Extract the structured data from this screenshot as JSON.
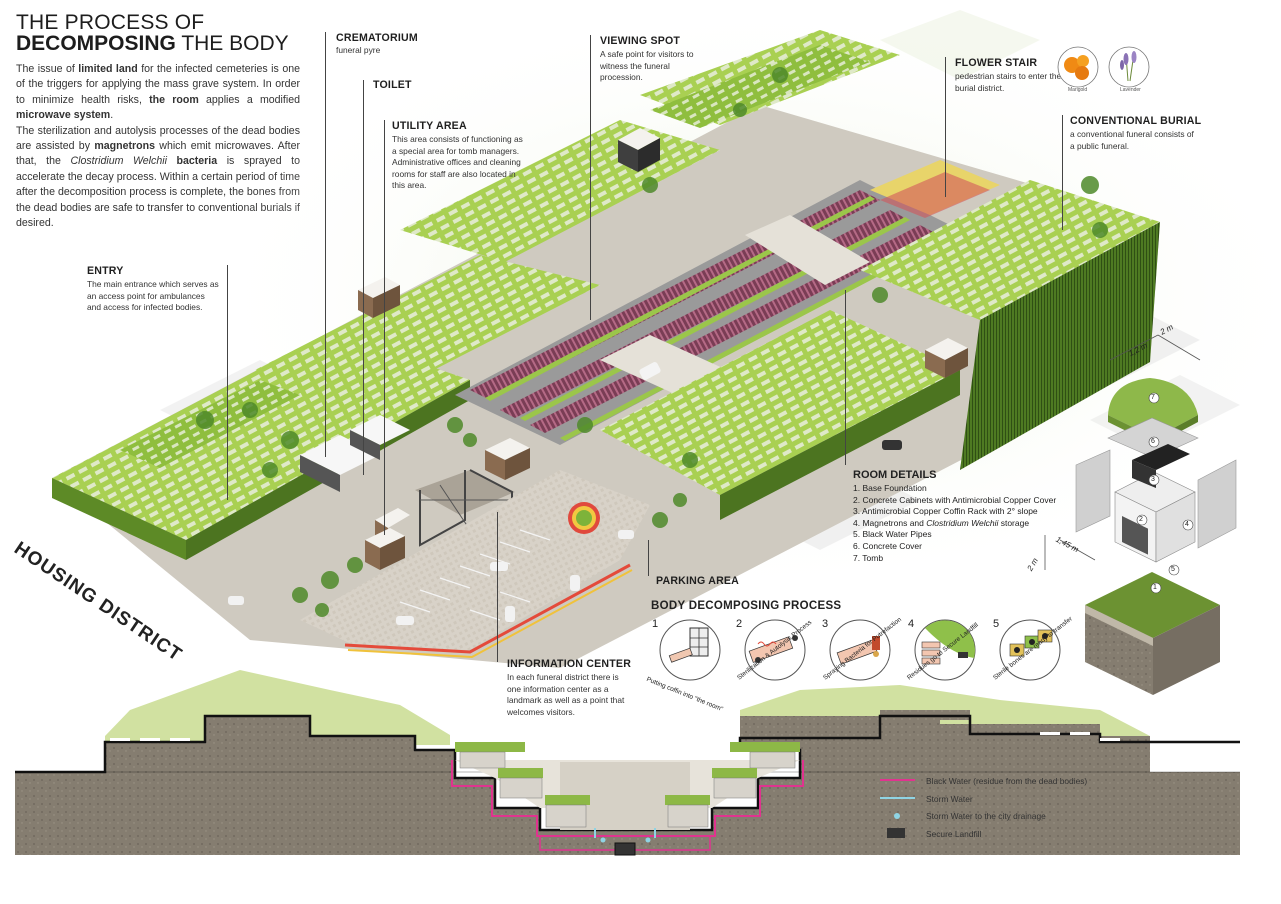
{
  "header": {
    "title_line1": "THE PROCESS OF",
    "title_bold": "DECOMPOSING",
    "title_rest": " THE BODY"
  },
  "intro": {
    "p1a": "The issue of ",
    "p1b": "limited land",
    "p1c": " for the infected cemeteries is one of the triggers for applying the mass grave system. In order to minimize health risks, ",
    "p1d": "the room",
    "p1e": " applies a modified ",
    "p1f": "microwave system",
    "p1g": ".",
    "p2a": "The sterilization and autolysis processes of the dead bodies are assisted by ",
    "p2b": "magnetrons",
    "p2c": " which emit microwaves. After that, the ",
    "p2d": "Clostridium Welchii",
    "p2e": " ",
    "p2f": "bacteria",
    "p2g": " is sprayed to accelerate the decay process. Within a certain period of time after the decomposition process is complete, the bones from the dead bodies are safe to transfer to conventional burials if desired."
  },
  "labels": {
    "crematorium": {
      "title": "CREMATORIUM",
      "desc": "funeral pyre"
    },
    "toilet": {
      "title": "TOILET"
    },
    "utility": {
      "title": "UTILITY AREA",
      "desc": "This area consists of functioning as a special area for tomb managers. Administrative offices and cleaning rooms for staff are also located in this area."
    },
    "viewing": {
      "title": "VIEWING SPOT",
      "desc": "A safe point for visitors to witness the funeral procession."
    },
    "flower": {
      "title": "FLOWER STAIR",
      "desc": "pedestrian stairs to enter the burial district."
    },
    "conventional": {
      "title": "CONVENTIONAL BURIAL",
      "desc": "a conventional funeral consists of a public funeral."
    },
    "entry": {
      "title": "ENTRY",
      "desc": "The main entrance which serves as an access point for ambulances and access for infected bodies."
    },
    "parking": {
      "title": "PARKING AREA"
    },
    "info": {
      "title": "INFORMATION CENTER",
      "desc": "In each funeral district there is one information center as a landmark as well as a point that welcomes visitors."
    },
    "housing": "HOUSING DISTRICT"
  },
  "flowers": {
    "marigold": "Marigold",
    "lavender": "Lavender"
  },
  "room": {
    "title": "ROOM DETAILS",
    "items": [
      "1. Base Foundation",
      "2. Concrete Cabinets with Antimicrobial Copper Cover",
      "3. Antimicrobial Copper Coffin Rack with 2° slope",
      "4. Magnetrons and ",
      "5. Black Water Pipes",
      "6. Concrete Cover",
      "7. Tomb"
    ],
    "item4_italic": "Clostridium Welchii",
    "item4_end": " storage",
    "dim_1_2": "1,2 m",
    "dim_2a": "2 m",
    "dim_1_45": "1,45 m",
    "dim_2b": "2 m",
    "numbers": [
      "1",
      "2",
      "3",
      "4",
      "5",
      "6",
      "7"
    ]
  },
  "process": {
    "title": "BODY DECOMPOSING PROCESS",
    "steps": [
      {
        "num": "1",
        "text": "Putting coffin into \"the room\""
      },
      {
        "num": "2",
        "text": "Sterilization & Autolysis Process"
      },
      {
        "num": "3",
        "text": "Spraying Bacteria for Putrefaction"
      },
      {
        "num": "4",
        "text": "Residues go to Secure Landfill"
      },
      {
        "num": "5",
        "text": "Sterile bones are ready to transfer"
      }
    ]
  },
  "legend": {
    "items": [
      {
        "label": "Black Water (residue from the dead bodies)",
        "color": "#e0338f"
      },
      {
        "label": "Storm Water",
        "color": "#8fd4e4"
      },
      {
        "label": "Storm Water to the city drainage",
        "color": "#8fd4e4"
      },
      {
        "label": "Secure Landfill",
        "color": "#333333"
      }
    ]
  },
  "colors": {
    "grass": "#9cc84a",
    "grass_dark": "#6f9a2e",
    "soil": "#8a8070",
    "road": "#bdbdbd",
    "black_water": "#e0338f",
    "storm": "#8fd4e4"
  }
}
